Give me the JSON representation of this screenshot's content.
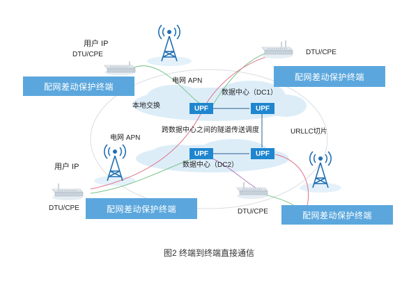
{
  "labels": {
    "user_ip_top": "用户 IP",
    "dtu_cpe_top_left": "DTU/CPE",
    "dtu_cpe_top_right": "DTU/CPE",
    "grid_apn_top": "电网 APN",
    "dc1": "数据中心（DC1）",
    "local_exchange": "本地交换",
    "cross_dc": "跨数据中心之间的隧道传送调度",
    "urllc": "URLLC切片",
    "grid_apn_left": "电网 APN",
    "user_ip_left": "用户 IP",
    "dc2": "数据中心（DC2）",
    "dtu_cpe_bottom_left": "DTU/CPE",
    "dtu_cpe_bottom_mid": "DTU/CPE"
  },
  "terminal_boxes": {
    "top_left": "配网差动保护终端",
    "top_right": "配网差动保护终端",
    "bottom_left": "配网差动保护终端",
    "bottom_right": "配网差动保护终端"
  },
  "upf_nodes": {
    "dc1_left": "UPF",
    "dc1_right": "UPF",
    "dc2_left": "UPF",
    "dc2_right": "UPF"
  },
  "caption": "图2 终端到终端直接通信",
  "colors": {
    "terminal_box": "#5ba7dd",
    "upf": "#1f86cf",
    "cloud": "#d9ecf7",
    "tower": "#1f6fb3",
    "device": "#dfe7ee",
    "link_green": "#7cc48a",
    "link_red": "#e0718a",
    "link_purple": "#b07cc0"
  }
}
